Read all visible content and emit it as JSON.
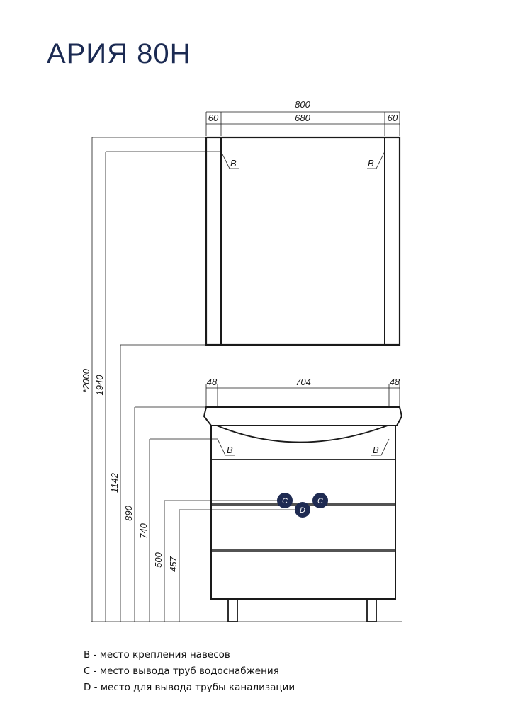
{
  "title": "АРИЯ 80Н",
  "dimensions": {
    "mirror_total": "800",
    "mirror_left": "60",
    "mirror_center": "680",
    "mirror_right": "60",
    "sink_left": "48",
    "sink_center": "704",
    "sink_right": "48",
    "h_2000": "*2000",
    "h_1940": "1940",
    "h_1142": "1142",
    "h_890": "890",
    "h_740": "740",
    "h_500": "500",
    "h_457": "457"
  },
  "markers": {
    "b": "B",
    "c": "C",
    "d": "D"
  },
  "colors": {
    "title": "#1b2a52",
    "badge": "#1f2b52",
    "line": "#1a1a1a"
  },
  "legend": [
    "B - место крепления навесов",
    "C - место вывода труб водоснабжения",
    "D - место для вывода трубы канализации"
  ]
}
